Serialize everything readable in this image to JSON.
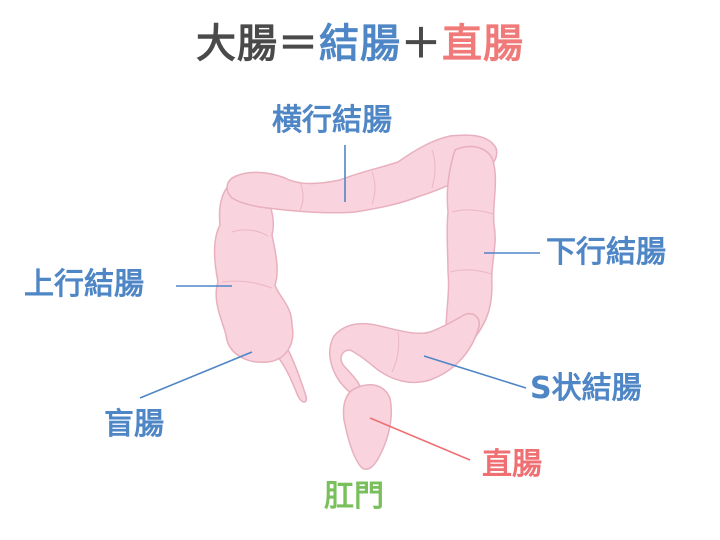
{
  "title": {
    "large_intestine": "大腸",
    "equals": "＝",
    "colon": "結腸",
    "plus": "＋",
    "rectum": "直腸"
  },
  "labels": {
    "transverse_colon": "横行結腸",
    "ascending_colon": "上行結腸",
    "descending_colon": "下行結腸",
    "sigmoid_colon": "S状結腸",
    "cecum": "盲腸",
    "rectum": "直腸",
    "anus": "肛門"
  },
  "colors": {
    "dark": "#4a4a4a",
    "blue": "#4f86c6",
    "red": "#ef6f72",
    "green": "#79c05c",
    "intestine_fill": "#f9d3dd",
    "intestine_stroke": "#e8b0bf"
  }
}
